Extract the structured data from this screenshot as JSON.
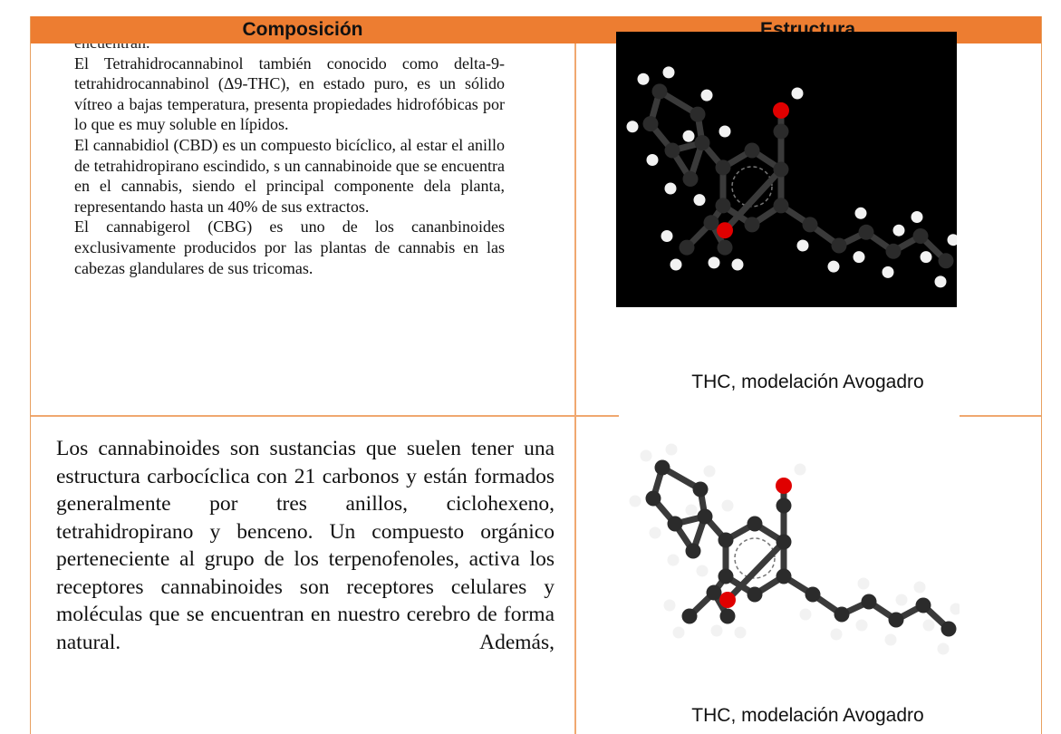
{
  "header": {
    "col1": "Composición",
    "col2": "Estructura"
  },
  "row1": {
    "clipped_line": "encuentran.",
    "paragraphs": [
      "El Tetrahidrocannabinol también conocido como delta-9-tetrahidrocannabinol (Δ9-THC), en estado puro, es un sólido vítreo a bajas temperatura, presenta propiedades hidrofóbicas por lo que es muy soluble en lípidos.",
      "El cannabidiol (CBD) es un compuesto bicíclico, al estar el anillo de tetrahidropirano escindido, s un cannabinoide que se encuentra en el cannabis, siendo el principal componente dela planta, representando hasta un 40% de sus extractos.",
      "El cannabigerol (CBG) es uno de los cananbinoides exclusivamente producidos por las plantas de cannabis en las cabezas glandulares de sus tricomas."
    ],
    "caption": "THC, modelación Avogadro",
    "image": "thc-ball-and-stick-model-black-background"
  },
  "row2": {
    "text": "Los cannabinoides son sustancias que suelen tener una estructura carbocíclica con 21 carbonos y están formados generalmente por tres anillos, ciclohexeno, tetrahidropirano y benceno. Un compuesto orgánico perteneciente al grupo de los terpenofenoles, activa los receptores cannabinoides son receptores celulares y moléculas que se encuentran en nuestro cerebro de forma natural. Además,",
    "caption": "THC, modelación Avogadro",
    "image": "thc-ball-and-stick-model-white-background"
  },
  "colors": {
    "header_bg": "#ed7d31",
    "border": "#f0a870",
    "carbon": "#2b2b2b",
    "oxygen": "#e00000",
    "hydrogen": "#f2f2f2"
  }
}
